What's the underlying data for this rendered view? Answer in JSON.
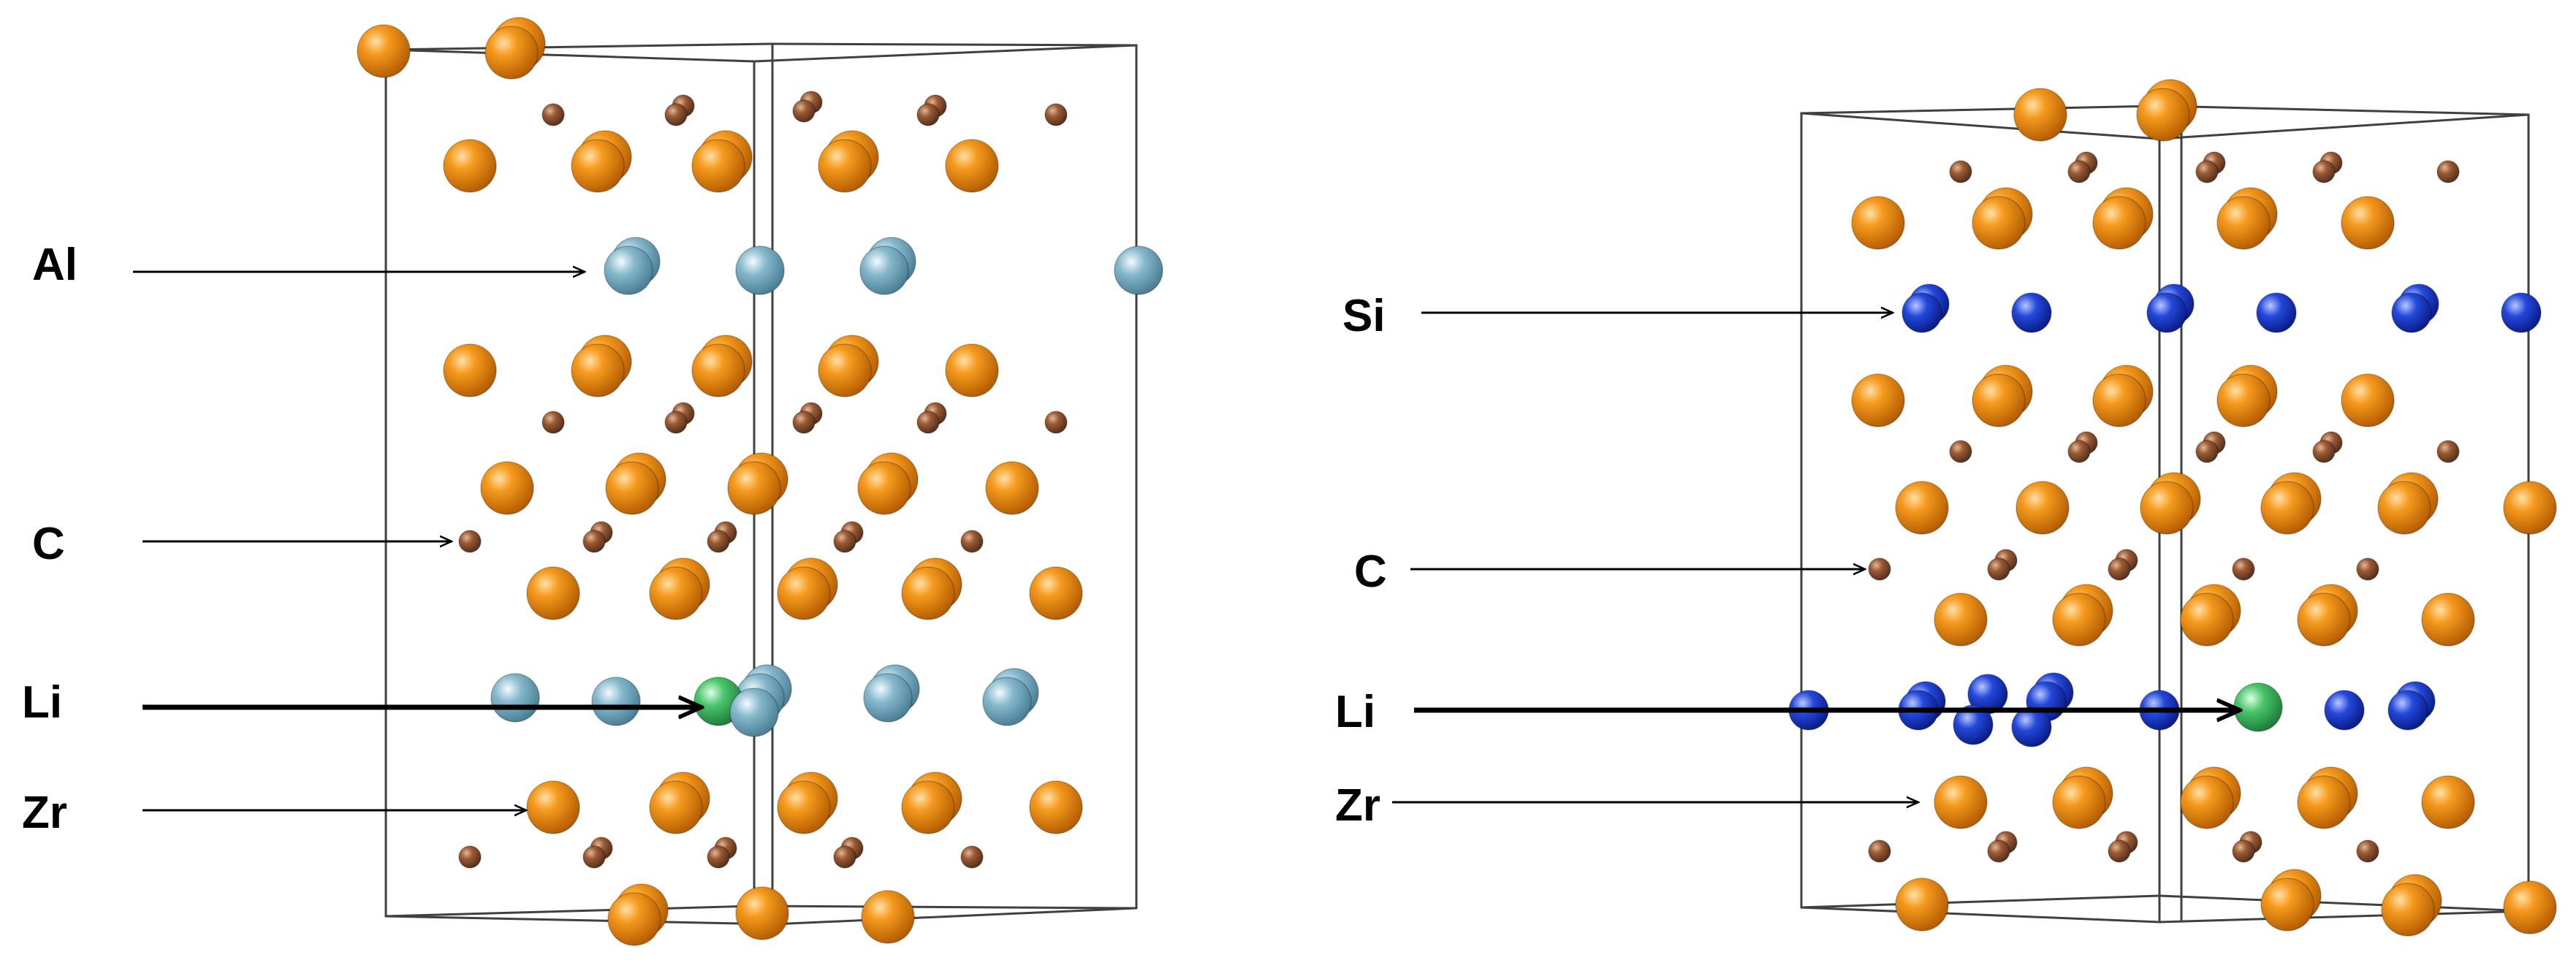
{
  "panels": [
    {
      "id": "left",
      "labels": {
        "top": "Al",
        "c": "C",
        "li": "Li",
        "zr": "Zr"
      }
    },
    {
      "id": "right",
      "labels": {
        "top": "Si",
        "c": "C",
        "li": "Li",
        "zr": "Zr"
      }
    }
  ],
  "atom_colors": {
    "Zr": "#ee8a10",
    "C": "#9a5a34",
    "Al": "#86b8cc",
    "Si": "#1f3fd0",
    "Li": "#49c46a"
  }
}
